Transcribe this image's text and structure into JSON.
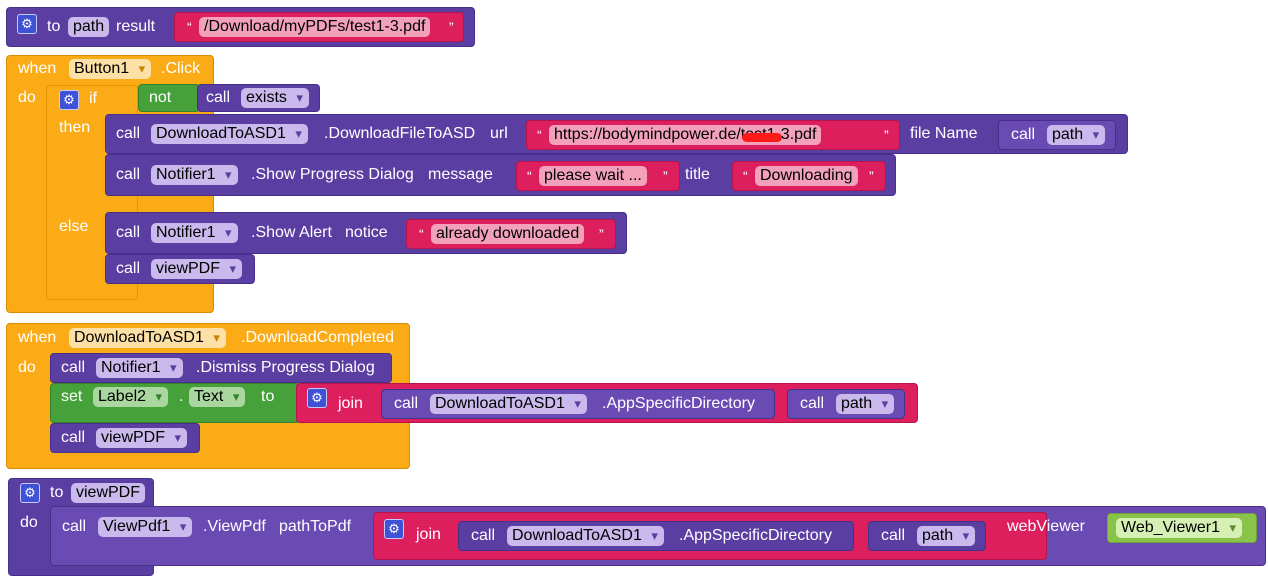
{
  "colors": {
    "procedure": "#5b3ea2",
    "event": "#fbab16",
    "logic": "#46a13b",
    "text": "#dd1f5e",
    "component": "#8bc34a"
  },
  "icons": {
    "mutator": "gear-icon",
    "dropdown": "triangle-down-icon"
  },
  "proc_path": {
    "to": "to",
    "name": "path",
    "result": "result",
    "value": "/Download/myPDFs/test1-3.pdf"
  },
  "event_button": {
    "when": "when",
    "component": "Button1",
    "event": ".Click",
    "do": "do",
    "if": "if",
    "not": "not",
    "call": "call",
    "exists": "exists",
    "then": "then",
    "else": "else",
    "download": {
      "call": "call",
      "component": "DownloadToASD1",
      "method": ".DownloadFileToASD",
      "url_label": "url",
      "url_value": "https://bodymindpower.de/test1-3.pdf",
      "filename_label": "file Name",
      "call2": "call",
      "path": "path"
    },
    "progress": {
      "call": "call",
      "component": "Notifier1",
      "method": ".Show Progress Dialog",
      "message_label": "message",
      "message_value": "please wait ...",
      "title_label": "title",
      "title_value": "Downloading"
    },
    "alert": {
      "call": "call",
      "component": "Notifier1",
      "method": ".Show Alert",
      "notice_label": "notice",
      "notice_value": "already downloaded"
    },
    "viewpdf": {
      "call": "call",
      "name": "viewPDF"
    }
  },
  "event_download": {
    "when": "when",
    "component": "DownloadToASD1",
    "event": ".DownloadCompleted",
    "do": "do",
    "dismiss": {
      "call": "call",
      "component": "Notifier1",
      "method": ".Dismiss Progress Dialog"
    },
    "set": {
      "set": "set",
      "component": "Label2",
      "dot": ".",
      "prop": "Text",
      "to": "to",
      "join": "join",
      "call1": "call",
      "component2": "DownloadToASD1",
      "method": ".AppSpecificDirectory",
      "call2": "call",
      "path": "path"
    },
    "viewpdf": {
      "call": "call",
      "name": "viewPDF"
    }
  },
  "proc_viewpdf": {
    "to": "to",
    "name": "viewPDF",
    "do": "do",
    "call": "call",
    "component": "ViewPdf1",
    "method": ".ViewPdf",
    "param_label": "pathToPdf",
    "join": "join",
    "call1": "call",
    "component2": "DownloadToASD1",
    "method2": ".AppSpecificDirectory",
    "call2": "call",
    "path": "path",
    "webviewer_label": "webViewer",
    "webviewer_value": "Web_Viewer1"
  }
}
